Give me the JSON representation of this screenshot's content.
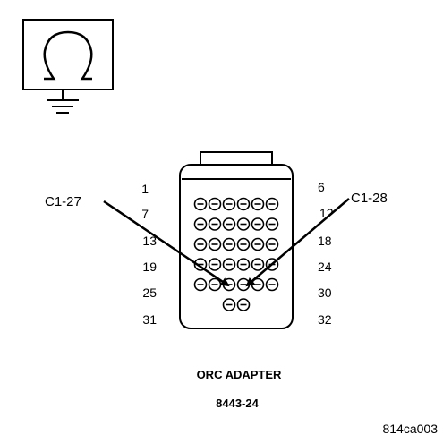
{
  "meter": {
    "symbol": "ohmmeter-symbol",
    "ground": "ground-icon"
  },
  "callouts": {
    "left": "C1-27",
    "right": "C1-28"
  },
  "row_labels": {
    "left": [
      "1",
      "7",
      "13",
      "19",
      "25",
      "31"
    ],
    "right": [
      "6",
      "12",
      "18",
      "24",
      "30",
      "32"
    ]
  },
  "connector": {
    "pin_rows": [
      6,
      6,
      6,
      6,
      6,
      2
    ],
    "total_pins": 32
  },
  "caption": {
    "name": "ORC ADAPTER",
    "number": "8443-24"
  },
  "figure_id": "814ca003",
  "colors": {
    "line": "#000000",
    "background": "#ffffff"
  }
}
